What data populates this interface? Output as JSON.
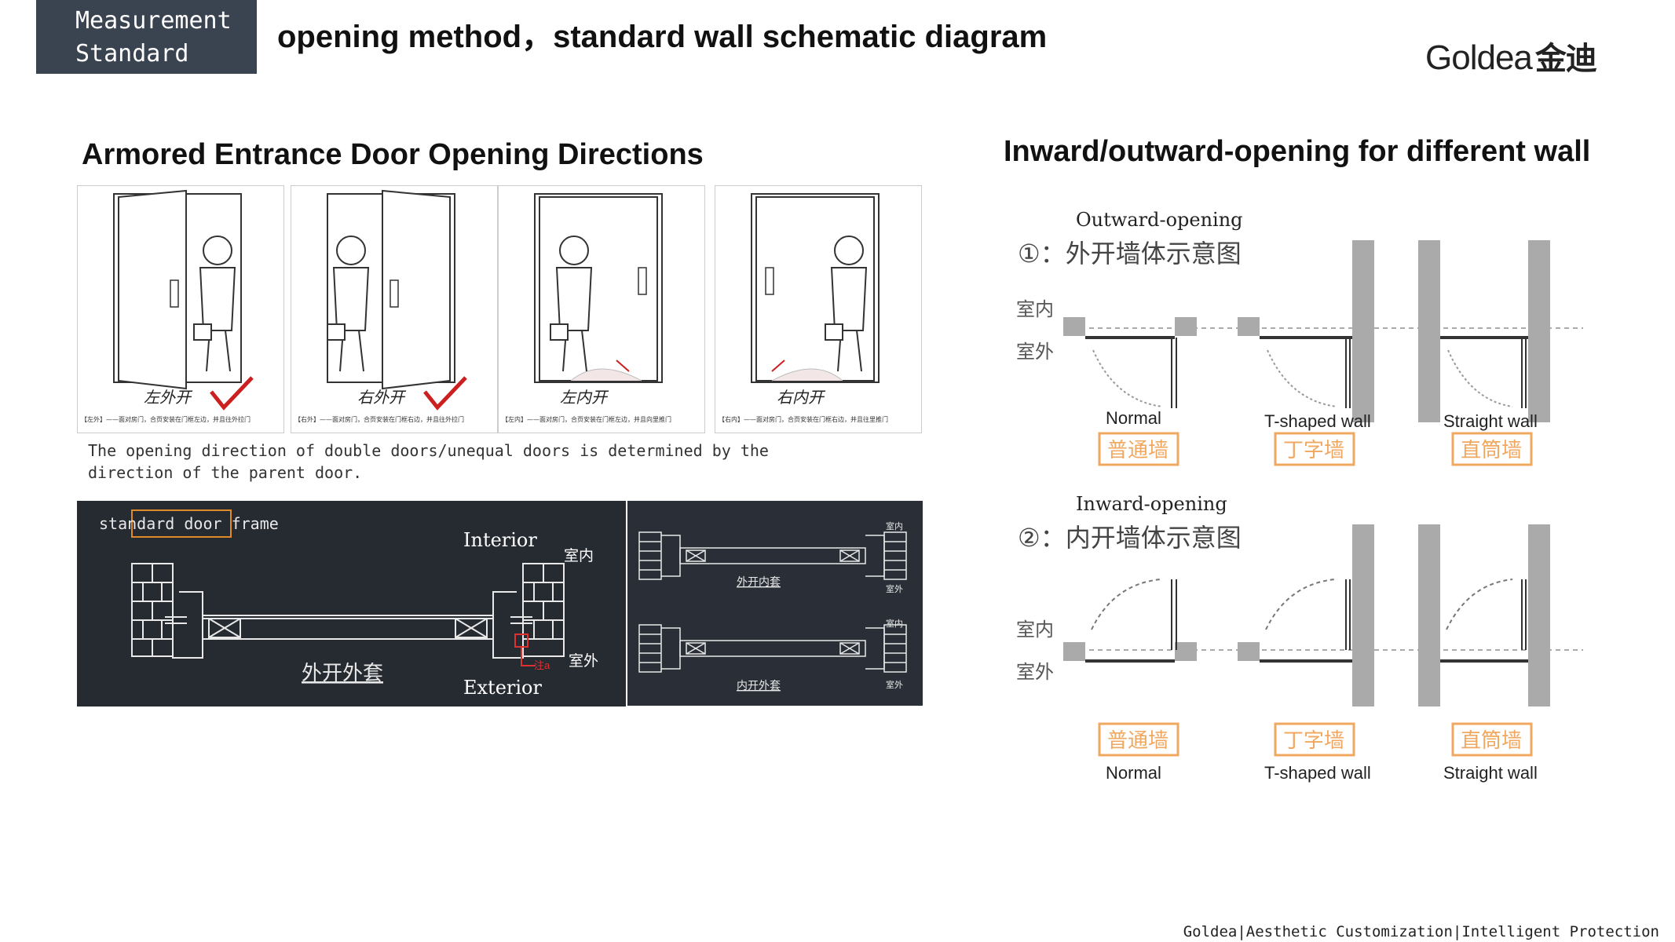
{
  "header": {
    "tag_line1": "Measurement",
    "tag_line2": "Standard",
    "headline": "opening method，standard wall schematic diagram",
    "brand_en": "Goldea",
    "brand_cn": "金迪"
  },
  "left": {
    "title": "Armored Entrance Door Opening Directions",
    "panels": [
      {
        "label": "左外开",
        "caption": "【左外】——面对房门，合页安装在门框左边，并且往外拉门",
        "checked": true
      },
      {
        "label": "右外开",
        "caption": "【右外】——面对房门，合页安装在门框右边，并且往外拉门",
        "checked": true
      },
      {
        "label": "左内开",
        "caption": "【左内】——面对房门，合页安装在门框左边，并且向里推门",
        "checked": false
      },
      {
        "label": "右内开",
        "caption": "【右内】——面对房门，合页安装在门框右边，并且往里推门",
        "checked": false
      }
    ],
    "note": "The opening direction of double doors/unequal doors is determined by the direction of the parent door.",
    "frame": {
      "label": "standard door frame",
      "interior": "Interior",
      "interior_cn": "室内",
      "exterior": "Exterior",
      "exterior_cn": "室外",
      "caption": "外开外套",
      "note": "注a",
      "small_top": "外开内套",
      "small_bottom": "内开外套",
      "small_in": "室内",
      "small_out": "室外"
    }
  },
  "right": {
    "title": "Inward/outward-opening  for different wall",
    "outward_label": "Outward-opening",
    "outward_cn": "①：外开墙体示意图",
    "inward_label": "Inward-opening",
    "inward_cn": "②：内开墙体示意图",
    "indoor_cn": "室内",
    "outdoor_cn": "室外",
    "walls_cn": [
      "普通墙",
      "丁字墙",
      "直筒墙"
    ],
    "walls_en": [
      "Normal",
      "T-shaped wall",
      "Straight wall"
    ]
  },
  "footer": "Goldea|Aesthetic Customization|Intelligent Protection",
  "colors": {
    "tag_bg": "#3a4350",
    "dark_bg": "#262a31",
    "badge_orange": "#f0a860",
    "check_red": "#cc1f1f",
    "wall_gray": "#a9a9a9"
  }
}
